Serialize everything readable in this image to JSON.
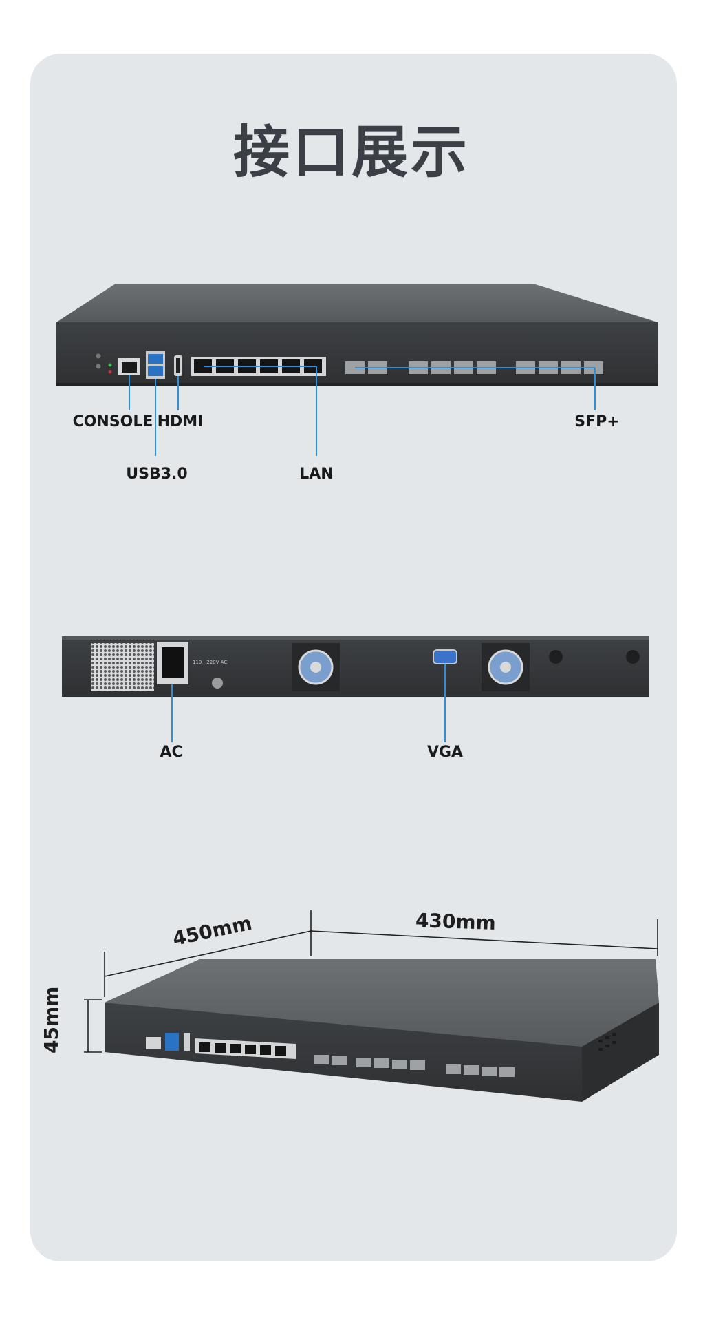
{
  "title": "接口展示",
  "front_labels": {
    "console": "CONSOLE",
    "hdmi": "HDMI",
    "sfp": "SFP+",
    "usb": "USB3.0",
    "lan": "LAN"
  },
  "rear_labels": {
    "ac": "AC",
    "vga": "VGA",
    "power_rating": "110 - 220V AC"
  },
  "dimensions": {
    "depth": "450mm",
    "width": "430mm",
    "height": "45mm"
  },
  "colors": {
    "panel": "#e3e7ea",
    "callout_line": "#2f8fd8",
    "chassis": "#3c3f42",
    "title": "#3a4046"
  }
}
